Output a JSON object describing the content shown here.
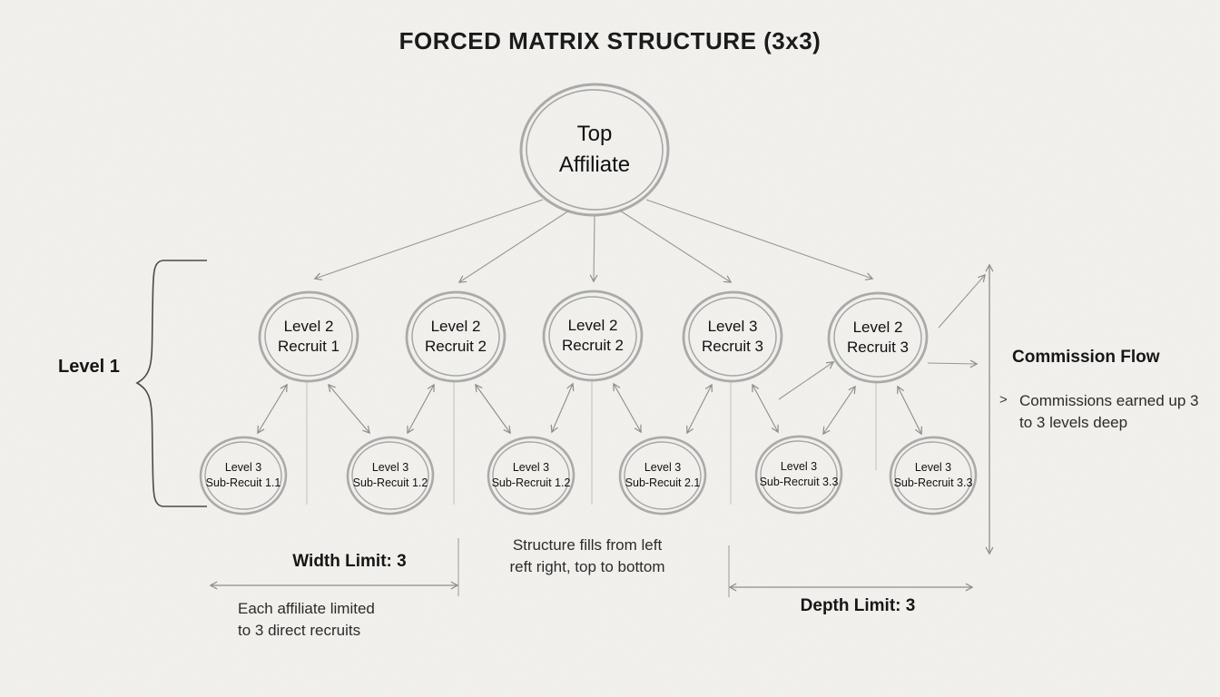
{
  "title": "FORCED MATRIX STRUCTURE (3x3)",
  "nodes": {
    "top": {
      "label": "Top\nAffiliate"
    },
    "level2": [
      {
        "label": "Level 2\nRecruit 1"
      },
      {
        "label": "Level 2\nRecruit 2"
      },
      {
        "label": "Level 2\nRecruit 2"
      },
      {
        "label": "Level 3\nRecruit 3"
      },
      {
        "label": "Level 2\nRecruit 3"
      }
    ],
    "level3": [
      {
        "label": "Level 3\nSub-Recuit 1.1"
      },
      {
        "label": "Level 3\nSub-Recuit 1.2"
      },
      {
        "label": "Level 3\nSub-Recruit 1.2"
      },
      {
        "label": "Level 3\nSub-Recuit 2.1"
      },
      {
        "label": "Level 3\nSub-Recruit 3.3"
      },
      {
        "label": "Level 3\nSub-Recruit 3.3"
      }
    ]
  },
  "annotations": {
    "level1_label": "Level 1",
    "commission_flow_title": "Commission Flow",
    "commission_flow_bullet": ">",
    "commission_flow_note": "Commissions earned up 3\nto 3 levels deep",
    "width_limit_title": "Width Limit: 3",
    "width_limit_note": "Each affiliate limited\nto 3 direct recruits",
    "fill_note": "Structure fills from left\nreft right, top to bottom",
    "depth_limit_title": "Depth Limit: 3"
  },
  "colors": {
    "background": "#f3f2ee",
    "ink": "#1b1b1b",
    "sketch_gray": "#9a9a9a",
    "arrow_gray": "#8d8d8d"
  }
}
